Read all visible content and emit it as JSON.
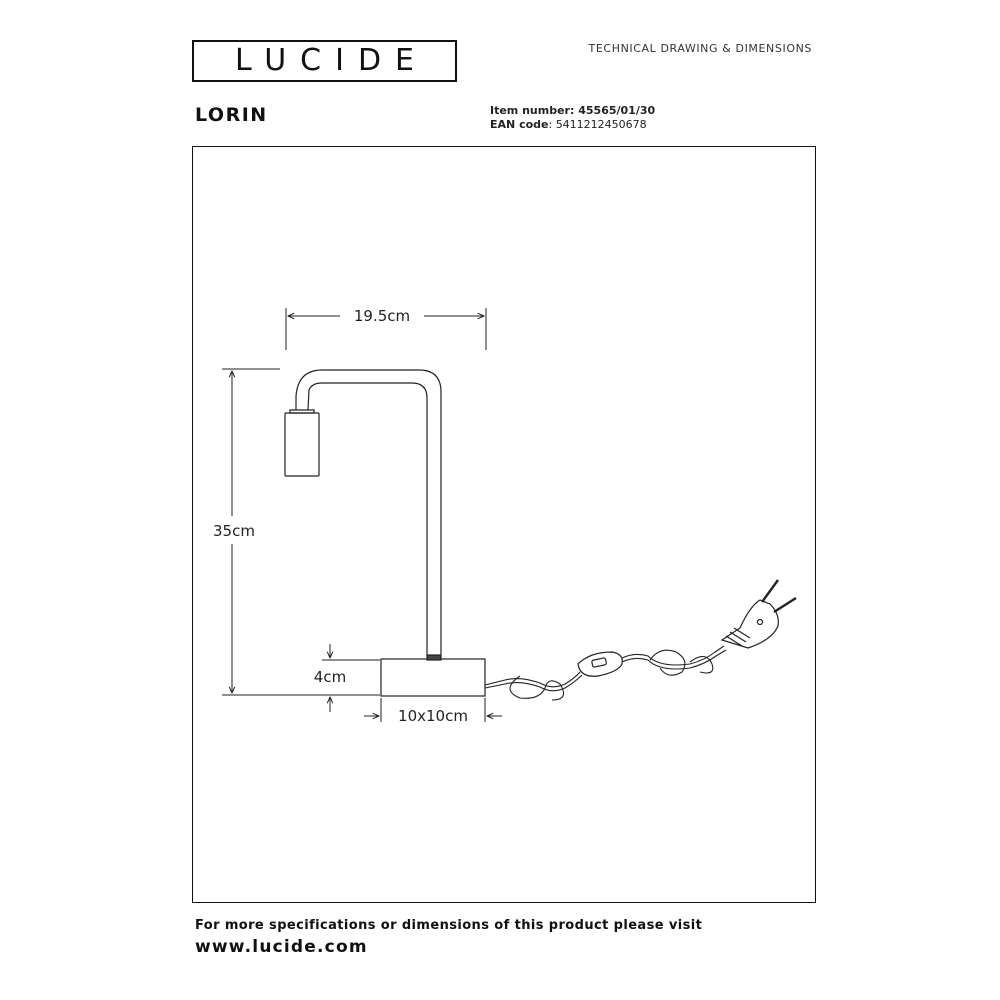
{
  "brand": {
    "logo_text": "LUCIDE"
  },
  "header": {
    "doc_type": "TECHNICAL DRAWING & DIMENSIONS"
  },
  "product": {
    "name": "LORIN",
    "item_number_label": "Item number",
    "item_number": "45565/01/30",
    "ean_label": "EAN code",
    "ean": "5411212450678"
  },
  "dimensions": {
    "width": "19.5cm",
    "height": "35cm",
    "base_height": "4cm",
    "base_size": "10x10cm"
  },
  "footer": {
    "line": "For more specifications or dimensions of this product please visit",
    "url": "www.lucide.com"
  }
}
